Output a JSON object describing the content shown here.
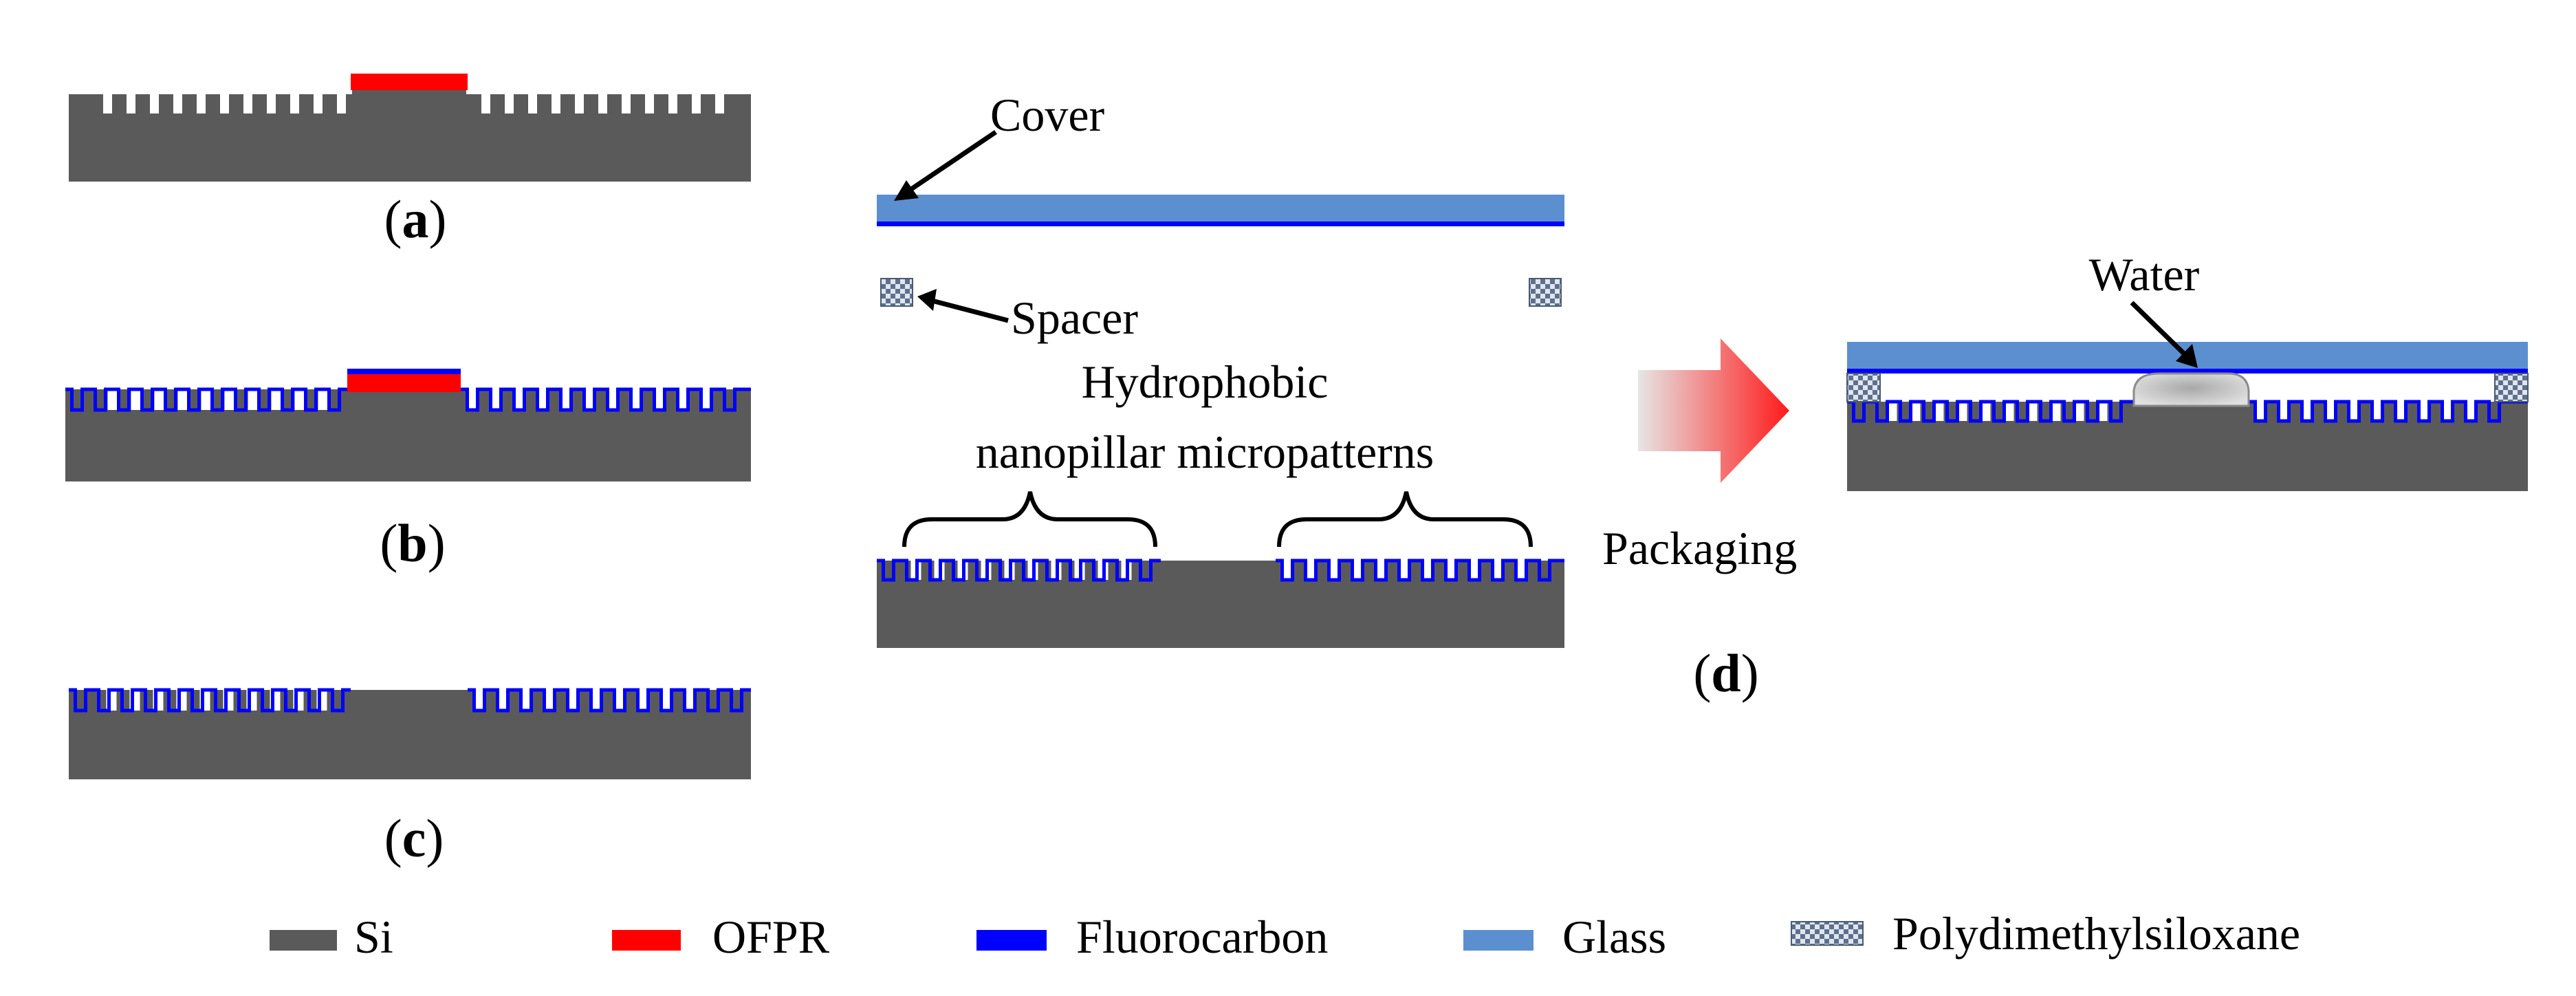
{
  "panels": {
    "a": {
      "label_open": "(",
      "letter": "a",
      "label_close": ")"
    },
    "b": {
      "label_open": "(",
      "letter": "b",
      "label_close": ")"
    },
    "c": {
      "label_open": "(",
      "letter": "c",
      "label_close": ")"
    },
    "d": {
      "label_open": "(",
      "letter": "d",
      "label_close": ")",
      "cover_label": "Cover",
      "spacer_label": "Spacer",
      "pattern_label_line1": "Hydrophobic",
      "pattern_label_line2": "nanopillar micropatterns",
      "packaging_label": "Packaging",
      "water_label": "Water"
    }
  },
  "legend": [
    {
      "label": "Si",
      "color": "#5a5a5a"
    },
    {
      "label": "OFPR",
      "color": "#ff0000"
    },
    {
      "label": "Fluorocarbon",
      "color": "#0000ff"
    },
    {
      "label": "Glass",
      "color": "#5b8fd0"
    },
    {
      "label": "Polydimethylsiloxane",
      "color": "#7f8fa6"
    }
  ],
  "colors": {
    "si": "#5a5a5a",
    "ofpr": "#ff0000",
    "fluorocarbon": "#0000ff",
    "glass": "#5b8fd0",
    "pdms": "#7f8fa6",
    "water": "#c8c8c8",
    "arrow_start": "#e6e6e6",
    "arrow_end": "#ff1a1a"
  }
}
